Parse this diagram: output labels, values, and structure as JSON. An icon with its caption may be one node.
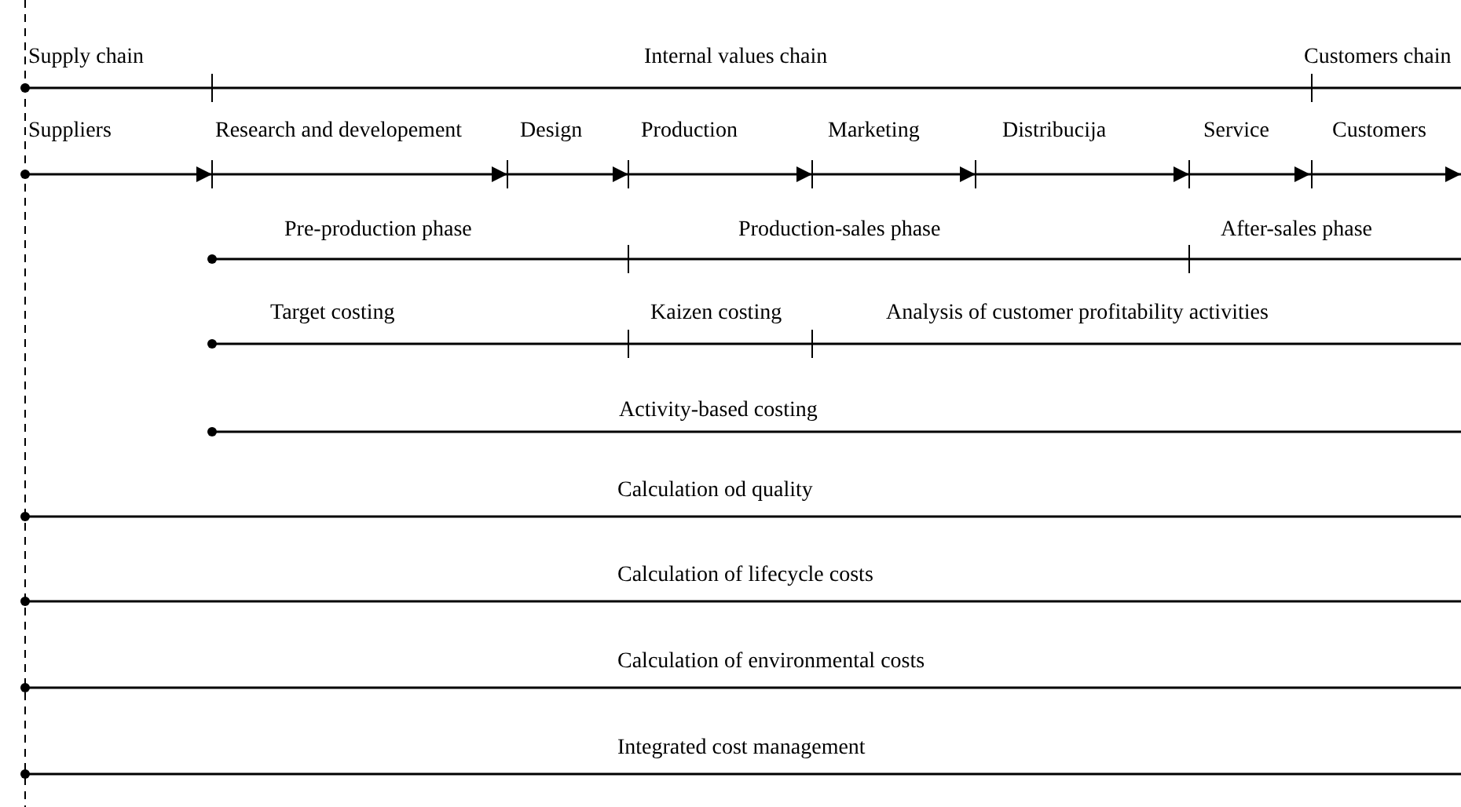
{
  "diagram": {
    "labels": [
      "Supply chain",
      "Internal values chain",
      "Customers chain",
      "Suppliers",
      "Research and developement",
      "Design",
      "Production",
      "Marketing",
      "Distribucija",
      "Service",
      "Customers",
      "Pre-production phase",
      "Production-sales phase",
      "After-sales phase",
      "Target costing",
      "Kaizen costing",
      "Analysis of customer profitability activities",
      "Activity-based costing",
      "Calculation od quality",
      "Calculation of lifecycle costs",
      "Calculation of environmental costs",
      "Integrated cost management"
    ]
  }
}
